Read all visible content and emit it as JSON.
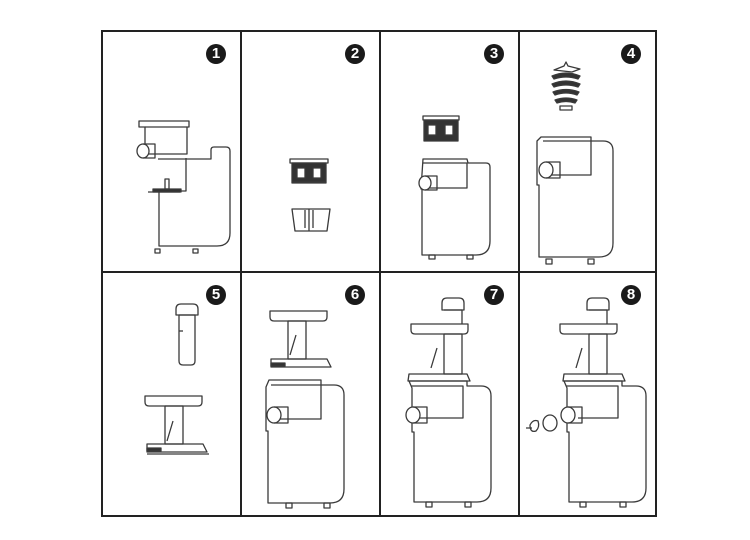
{
  "diagram": {
    "type": "assembly-instructions",
    "subject": "slow juicer assembly",
    "layout": {
      "rows": 2,
      "columns": 4
    },
    "line_color": "#222222",
    "badge_color": "#1a1a1a",
    "steps": [
      {
        "number": "1",
        "depicts": "juicing bowl with spout lifted above motor base"
      },
      {
        "number": "2",
        "depicts": "filter basket and rotating brush holder, separated"
      },
      {
        "number": "3",
        "depicts": "assembled filter basket above bowl mounted on base"
      },
      {
        "number": "4",
        "depicts": "auger/screw above assembled bowl on base"
      },
      {
        "number": "5",
        "depicts": "pusher above feeding chute lid"
      },
      {
        "number": "6",
        "depicts": "feeding chute lid above assembled juicer"
      },
      {
        "number": "7",
        "depicts": "fully assembled juicer with lid and pusher"
      },
      {
        "number": "8",
        "depicts": "juice cap and stopper attached to outlet spout"
      }
    ]
  }
}
